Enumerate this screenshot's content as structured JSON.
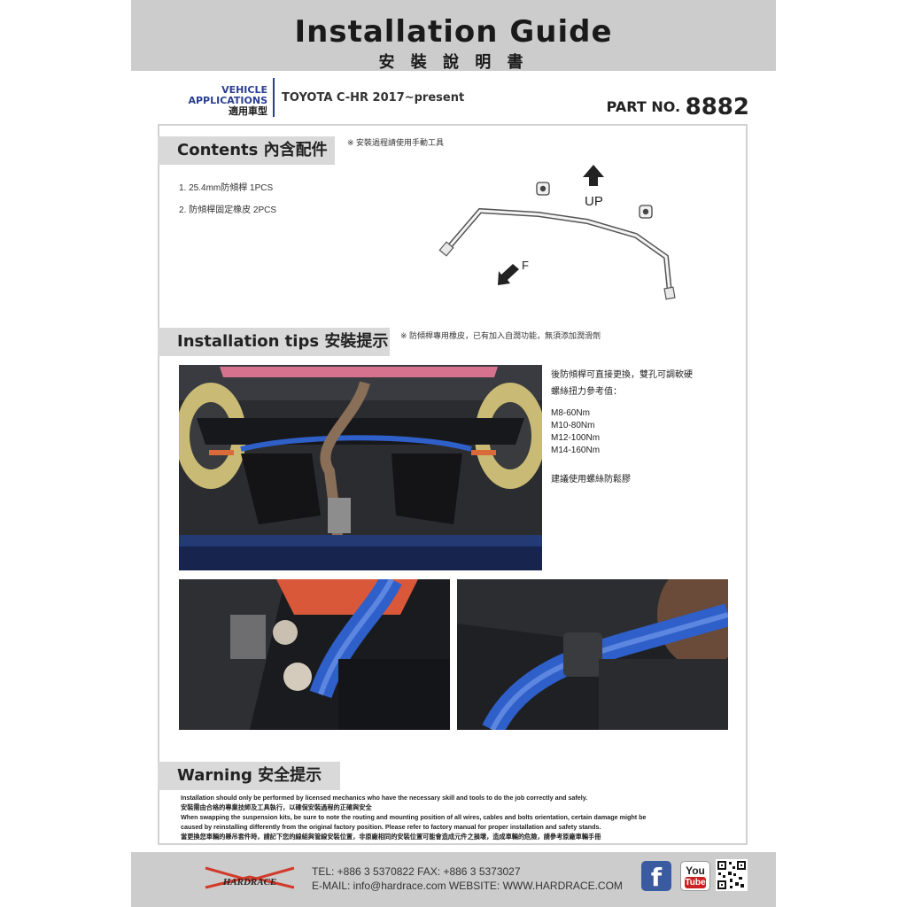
{
  "header": {
    "title_en": "Installation Guide",
    "title_zh": "安 裝 說 明 書"
  },
  "vehicle": {
    "label_en": "VEHICLE APPLICATIONS",
    "label_zh": "適用車型",
    "value": "TOYOTA C-HR 2017~present"
  },
  "part": {
    "label": "PART NO.",
    "number": "8882"
  },
  "contents": {
    "title": "Contents 內含配件",
    "note": "※ 安裝過程請使用手動工具",
    "items": [
      "1. 25.4mm防傾桿 1PCS",
      "2. 防傾桿固定橡皮 2PCS"
    ],
    "diagram_labels": {
      "up": "UP",
      "front": "F"
    }
  },
  "tips": {
    "title": "Installation tips 安裝提示",
    "note": "※ 防傾桿專用橡皮，已有加入自潤功能，無須添加潤滑劑",
    "description_line1": "後防傾桿可直接更換，雙孔可調軟硬",
    "description_line2": "螺絲扭力參考值：",
    "torque_specs": [
      "M8-60Nm",
      "M10-80Nm",
      "M12-100Nm",
      "M14-160Nm"
    ],
    "thread_note": "建議使用螺絲防鬆膠"
  },
  "warning": {
    "title": "Warning 安全提示",
    "lines": [
      "Installation should only be performed by licensed mechanics who have the necessary skill and tools to do the job correctly and safely.",
      "安裝需由合格的專業技師及工具執行，以確保安裝過程的正確與安全",
      "When swapping the suspension kits, be sure to note the routing and mounting position of all wires, cables and bolts orientation, certain damage might be",
      "caused by reinstalling differently from the original factory position. Please refer to factory manual for proper installation and safety stands.",
      "當更換您車輛的懸吊套件時，請記下您的線組與管線安裝位置，非原廠相同的安裝位置可能會造成元件之損壞，造成車輛的危險，請參考原廠車輛手冊"
    ]
  },
  "footer": {
    "brand": "HARDRACE",
    "tel_line": "TEL: +886 3 5370822   FAX: +886 3 5373027",
    "contact_line": "E-MAIL: info@hardrace.com   WEBSITE: WWW.HARDRACE.COM",
    "social_fb": "f",
    "social_yt_top": "You",
    "social_yt_bottom": "Tube"
  },
  "colors": {
    "band_gray": "#cccccc",
    "tab_gray": "#d9d9d9",
    "brand_blue": "#2a3f8f",
    "bar_blue": "#2f5fc9",
    "hardrace_red": "#d23a2a"
  }
}
